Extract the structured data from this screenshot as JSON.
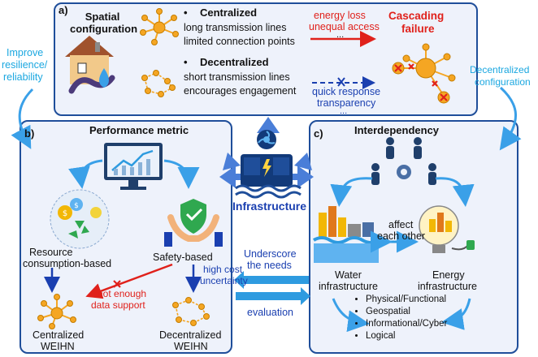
{
  "panel_a": {
    "tag": "a)",
    "title_line1": "Spatial",
    "title_line2": "configuration",
    "centralized": {
      "bullet": "•",
      "heading": "Centralized",
      "line1": "long transmission lines",
      "line2": "limited connection points",
      "issue1": "energy loss",
      "issue2": "unequal access",
      "ellipsis": "..."
    },
    "decentralized": {
      "bullet": "•",
      "heading": "Decentralized",
      "line1": "short transmission lines",
      "line2": "encourages engagement",
      "benefit1": "quick response",
      "benefit2": "transparency",
      "ellipsis": "..."
    },
    "cascading_line1": "Cascading",
    "cascading_line2": "failure"
  },
  "side_labels": {
    "left_line1": "Improve",
    "left_line2": "resilience/",
    "left_line3": "reliability",
    "right_line1": "Decentralized",
    "right_line2": "configuration"
  },
  "panel_b": {
    "tag": "b)",
    "title": "Performance metric",
    "resource_line1": "Resource",
    "resource_line2": "consumption-based",
    "safety": "Safety-based",
    "high_cost": "high cost",
    "uncertainty": "uncertainty",
    "not_enough_line1": "not enough",
    "not_enough_line2": "data support",
    "centralized_line1": "Centralized",
    "centralized_line2": "WEIHN",
    "decentralized_line1": "Decentralized",
    "decentralized_line2": "WEIHN"
  },
  "center": {
    "infrastructure": "Infrastructure",
    "underscore_line1": "Underscore",
    "underscore_line2": "the needs",
    "evaluation": "evaluation"
  },
  "panel_c": {
    "tag": "c)",
    "title": "Interdependency",
    "affect_line1": "affect",
    "affect_line2": "each other",
    "water_line1": "Water",
    "water_line2": "infrastructure",
    "energy_line1": "Energy",
    "energy_line2": "infrastructure",
    "types": [
      "Physical/Functional",
      "Geospatial",
      "Informational/Cyber",
      "Logical"
    ]
  },
  "colors": {
    "panel_border": "#1f4e9a",
    "panel_fill": "#eef2fb",
    "accent_red": "#e0211b",
    "accent_blue": "#1a3fb0",
    "accent_cyan": "#1aa7e0",
    "node_orange": "#f5a623"
  }
}
